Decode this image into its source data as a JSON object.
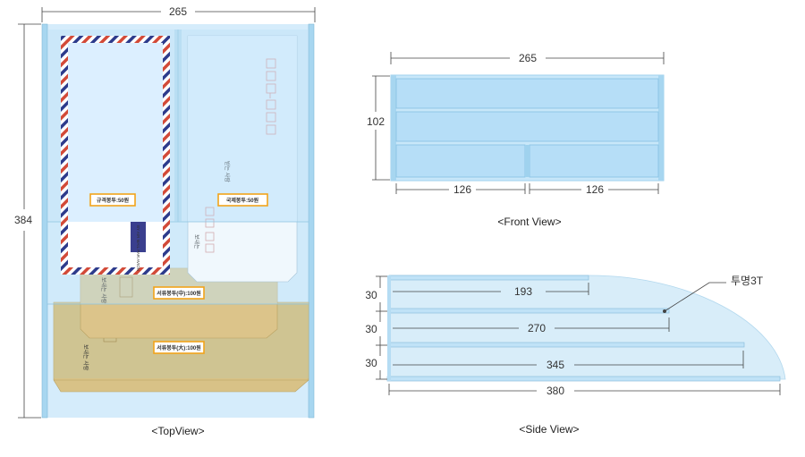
{
  "colors": {
    "acrylic_fill": "#d5ecfb",
    "acrylic_edge": "#9fd2ee",
    "shelf_fill": "#b9e0f8",
    "kraft": "#dcc489",
    "airmail_red": "#d24a38",
    "airmail_blue": "#2d3b8c",
    "label_border": "#f2a31a",
    "dim_line": "#444444"
  },
  "top_view": {
    "caption": "<TopView>",
    "width_label": "265",
    "height_label": "384",
    "envelopes": [
      {
        "name": "airmail",
        "label": "규격봉투:50원",
        "stamp_text": "BY AIR MAIL PAR AVION"
      },
      {
        "name": "international",
        "label": "국제봉투:50원"
      },
      {
        "name": "document-medium",
        "label": "서류봉투(中):100원"
      },
      {
        "name": "document-large",
        "label": "서류봉투(大):100원"
      }
    ]
  },
  "front_view": {
    "caption": "<Front View>",
    "width_label": "265",
    "height_label": "102",
    "left_label": "126",
    "right_label": "126"
  },
  "side_view": {
    "caption": "<Side View>",
    "material_label": "투명3T",
    "shelves": [
      {
        "depth_label": "193",
        "gap_label": "30"
      },
      {
        "depth_label": "270",
        "gap_label": "30"
      },
      {
        "depth_label": "345",
        "gap_label": "30"
      }
    ],
    "total_label": "380"
  }
}
